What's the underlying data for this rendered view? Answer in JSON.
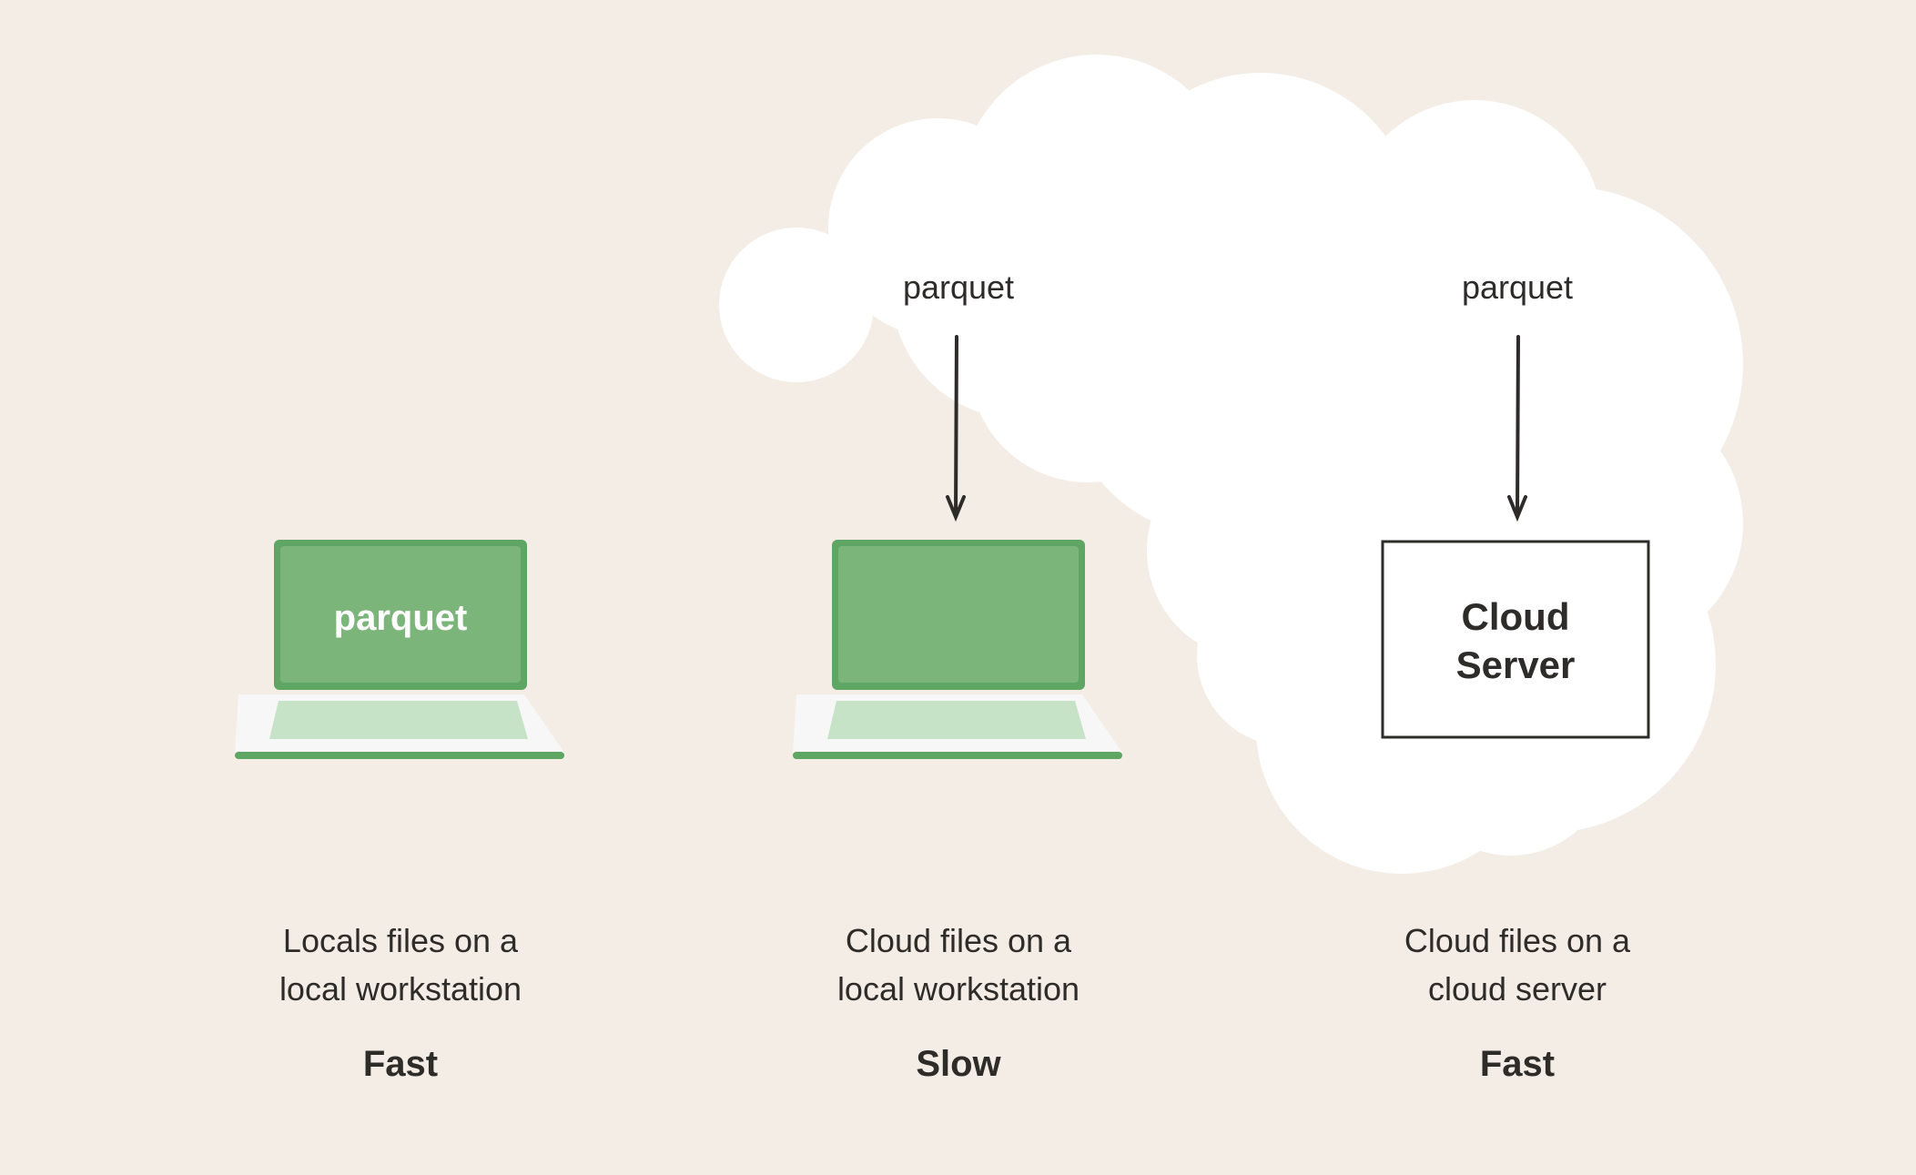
{
  "colors": {
    "background": "#f3ede6",
    "cloud": "#ffffff",
    "laptop_green": "#5fa563",
    "screen_green": "#7bb579",
    "keyboard_green": "#c6e2c7",
    "laptop_base": "#f7f7f7",
    "ink": "#2e2c29"
  },
  "panels": [
    {
      "id": "local-local",
      "laptop_screen_label": "parquet",
      "caption_line1": "Locals files on a",
      "caption_line2": "local workstation",
      "verdict": "Fast"
    },
    {
      "id": "cloud-local",
      "file_label": "parquet",
      "caption_line1": "Cloud files on a",
      "caption_line2": "local workstation",
      "verdict": "Slow"
    },
    {
      "id": "cloud-cloud",
      "file_label": "parquet",
      "server_line1": "Cloud",
      "server_line2": "Server",
      "caption_line1": "Cloud files on a",
      "caption_line2": "cloud server",
      "verdict": "Fast"
    }
  ]
}
